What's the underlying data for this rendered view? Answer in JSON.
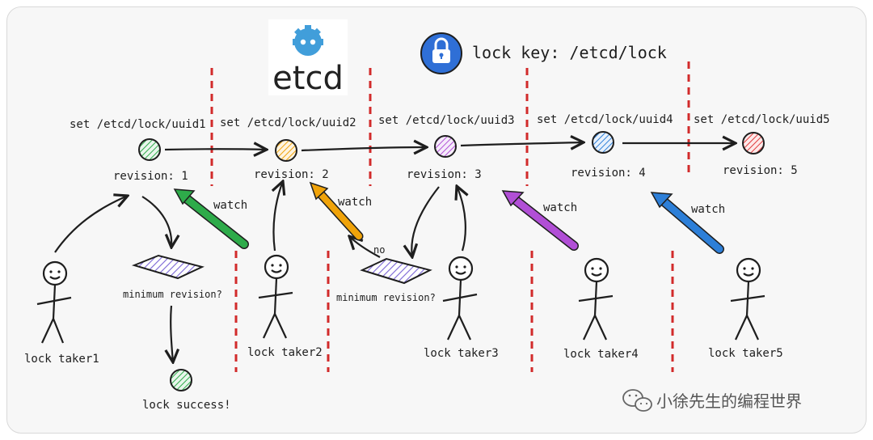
{
  "brand": {
    "name": "etcd"
  },
  "lock_key": {
    "label": "lock key: /etcd/lock"
  },
  "nodes": [
    {
      "key": "set /etcd/lock/uuid1",
      "revision": "revision: 1",
      "color": "#2eab4a"
    },
    {
      "key": "set /etcd/lock/uuid2",
      "revision": "revision: 2",
      "color": "#f0a30a"
    },
    {
      "key": "set /etcd/lock/uuid3",
      "revision": "revision: 3",
      "color": "#b14fd6"
    },
    {
      "key": "set /etcd/lock/uuid4",
      "revision": "revision: 4",
      "color": "#2d7fd8"
    },
    {
      "key": "set /etcd/lock/uuid5",
      "revision": "revision: 5",
      "color": "#e0393b"
    }
  ],
  "takers": [
    {
      "label": "lock taker1"
    },
    {
      "label": "lock taker2"
    },
    {
      "label": "lock taker3"
    },
    {
      "label": "lock taker4"
    },
    {
      "label": "lock taker5"
    }
  ],
  "watch_label": "watch",
  "decision": {
    "label": "minimum revision?",
    "no_label": "no"
  },
  "success": {
    "label": "lock success!"
  },
  "watermark": {
    "text": "小徐先生的编程世界"
  },
  "colors": {
    "divider": "#d22b2b",
    "decision_fill": "#7b66d6",
    "success": "#2eab4a",
    "etcd_blue": "#419eda",
    "lock_icon": "#2f6fd6",
    "watch2": "#2eab4a",
    "watch3": "#f0a30a",
    "watch4": "#b14fd6",
    "watch5": "#2d7fd8"
  }
}
